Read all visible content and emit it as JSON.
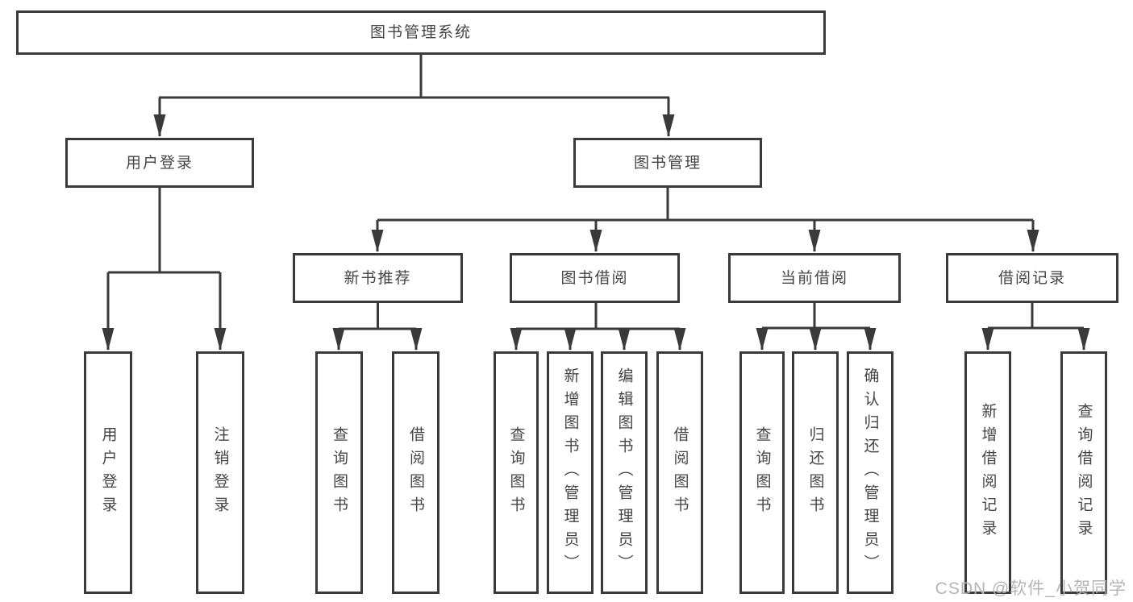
{
  "diagram_title": "图书管理系统",
  "tree": {
    "root": "图书管理系统",
    "children": [
      {
        "label": "用户登录",
        "children": [
          "用户登录",
          "注销登录"
        ]
      },
      {
        "label": "图书管理",
        "children": [
          {
            "label": "新书推荐",
            "children": [
              "查询图书",
              "借阅图书"
            ]
          },
          {
            "label": "图书借阅",
            "children": [
              "查询图书",
              "新增图书（管理员）",
              "编辑图书（管理员）",
              "借阅图书"
            ]
          },
          {
            "label": "当前借阅",
            "children": [
              "查询图书",
              "归还图书",
              "确认归还（管理员）"
            ]
          },
          {
            "label": "借阅记录",
            "children": [
              "新增借阅记录",
              "查询借阅记录"
            ]
          }
        ]
      }
    ]
  },
  "watermark": {
    "text": "CSDN @软件_小贺同学"
  },
  "colors": {
    "box_border": "#3a3a3a",
    "box_text": "#454545",
    "connector": "#3a3a3a",
    "background": "#ffffff",
    "watermark_text": "#b5b5b5"
  }
}
